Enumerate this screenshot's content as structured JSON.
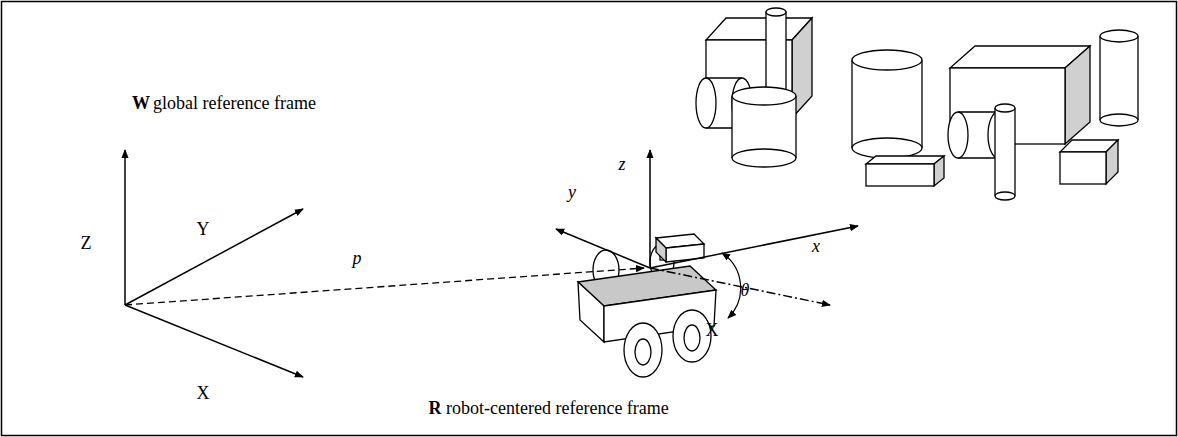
{
  "diagram": {
    "labels": [
      "W",
      "global reference frame",
      "Z",
      "Y",
      "X",
      "p",
      "z",
      "y",
      "x",
      "θ",
      "X",
      "R",
      "robot-centered reference frame"
    ]
  }
}
